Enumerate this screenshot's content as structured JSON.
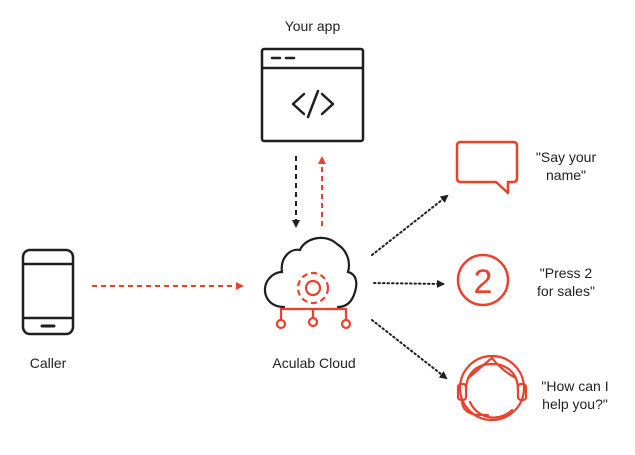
{
  "nodes": {
    "app": {
      "label": "Your app",
      "icon": "code-window-icon"
    },
    "caller": {
      "label": "Caller",
      "icon": "smartphone-icon"
    },
    "cloud": {
      "label": "Aculab Cloud",
      "icon": "cloud-gear-icon"
    }
  },
  "outputs": {
    "speech": {
      "text": "\"Say your\nname\"",
      "icon": "speech-bubble-icon"
    },
    "dtmf": {
      "text": "\"Press 2\nfor sales\"",
      "icon": "digit-circle-icon",
      "digit": "2"
    },
    "agent": {
      "text": "\"How can I\nhelp you?\"",
      "icon": "headset-agent-icon"
    }
  },
  "colors": {
    "accent": "#e8412c",
    "ink": "#1f1f1f",
    "background": "#ffffff"
  }
}
